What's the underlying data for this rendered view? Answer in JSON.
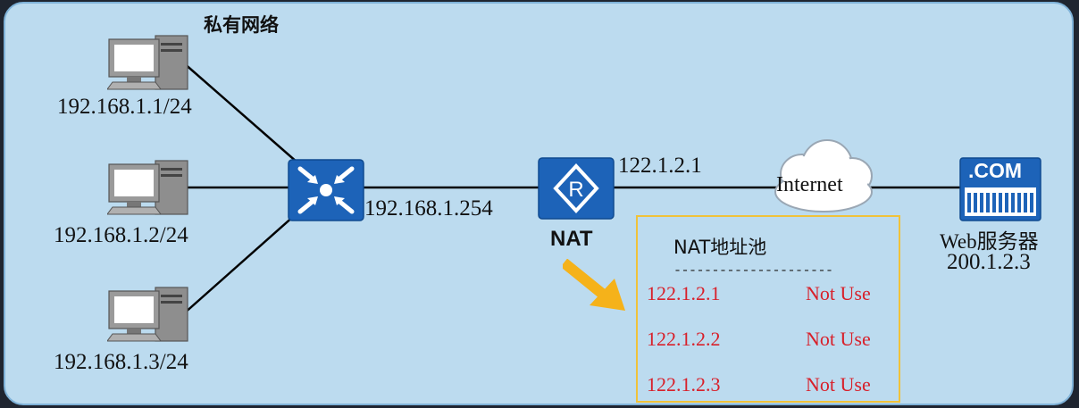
{
  "network": {
    "private_label": "私有网络",
    "hosts": [
      {
        "ip": "192.168.1.1/24"
      },
      {
        "ip": "192.168.1.2/24"
      },
      {
        "ip": "192.168.1.3/24"
      }
    ],
    "switch_ip": "192.168.1.254",
    "nat": {
      "label": "NAT",
      "public_ip": "122.1.2.1"
    },
    "internet_label": "Internet",
    "server": {
      "badge": ".COM",
      "name": "Web服务器",
      "ip": "200.1.2.3"
    }
  },
  "pool": {
    "title": "NAT地址池",
    "separator": "---------------------",
    "entries": [
      {
        "address": "122.1.2.1",
        "status": "Not Use"
      },
      {
        "address": "122.1.2.2",
        "status": "Not Use"
      },
      {
        "address": "122.1.2.3",
        "status": "Not Use"
      }
    ]
  },
  "colors": {
    "background": "#bcdbef",
    "device_blue": "#1d63b8",
    "pool_border": "#f0c23a",
    "pool_text": "#d8202a",
    "arrow": "#f5b21a"
  },
  "icons": [
    "pc-icon",
    "switch-icon",
    "router-icon",
    "cloud-icon",
    "web-server-icon",
    "arrow-icon"
  ]
}
